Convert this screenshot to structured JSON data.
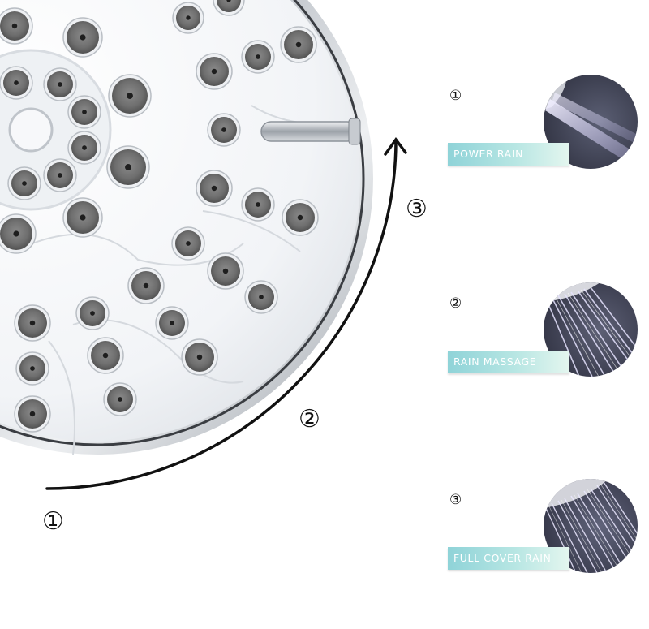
{
  "rotation_steps": [
    "①",
    "②",
    "③"
  ],
  "modes": [
    {
      "number": "①",
      "label": "POWER RAIN"
    },
    {
      "number": "②",
      "label": "RAIN MASSAGE"
    },
    {
      "number": "③",
      "label": "FULL COVER RAIN"
    }
  ],
  "colors": {
    "label_gradient_start": "#8fd3d8",
    "label_gradient_end": "#e4f6ef",
    "nozzle": "#7a7a7a",
    "chrome": "#c9cdd2"
  }
}
